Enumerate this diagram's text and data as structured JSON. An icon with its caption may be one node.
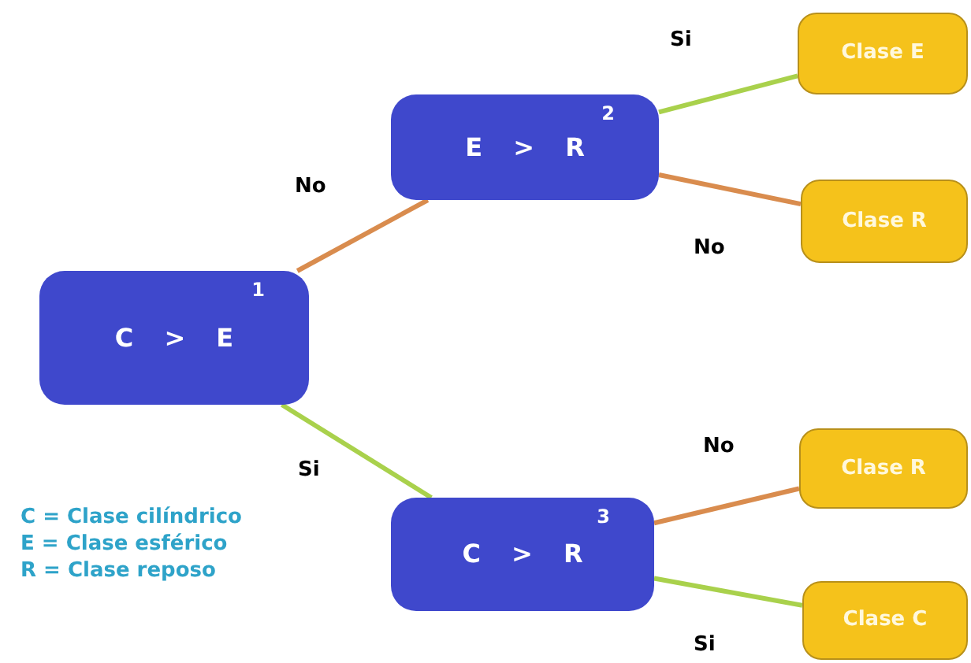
{
  "diagram": {
    "nodes": [
      {
        "text": [
          "C > E",
          "1"
        ]
      },
      {
        "text": [
          "E > R",
          "2"
        ]
      },
      {
        "text": [
          "C > R",
          "3"
        ]
      },
      {
        "text": [
          "Clase E"
        ]
      },
      {
        "text": [
          "Clase R"
        ]
      },
      {
        "text": [
          "Clase R"
        ]
      },
      {
        "text": [
          "Clase C"
        ]
      }
    ],
    "edges": [
      {
        "from": 0,
        "to": 1,
        "arrow": "none",
        "label": "No",
        "color": "#d98c4e"
      },
      {
        "from": 0,
        "to": 2,
        "arrow": "none",
        "label": "Si",
        "color": "#a9d14c"
      },
      {
        "from": 1,
        "to": 3,
        "arrow": "none",
        "label": "Si",
        "color": "#a9d14c"
      },
      {
        "from": 1,
        "to": 4,
        "arrow": "none",
        "label": "No",
        "color": "#d98c4e"
      },
      {
        "from": 2,
        "to": 5,
        "arrow": "none",
        "label": "No",
        "color": "#d98c4e"
      },
      {
        "from": 2,
        "to": 6,
        "arrow": "none",
        "label": "Si",
        "color": "#a9d14c"
      }
    ],
    "labels": [
      "C = Clase cilíndrico",
      "E = Clase esférico",
      "R = Clase reposo"
    ]
  }
}
